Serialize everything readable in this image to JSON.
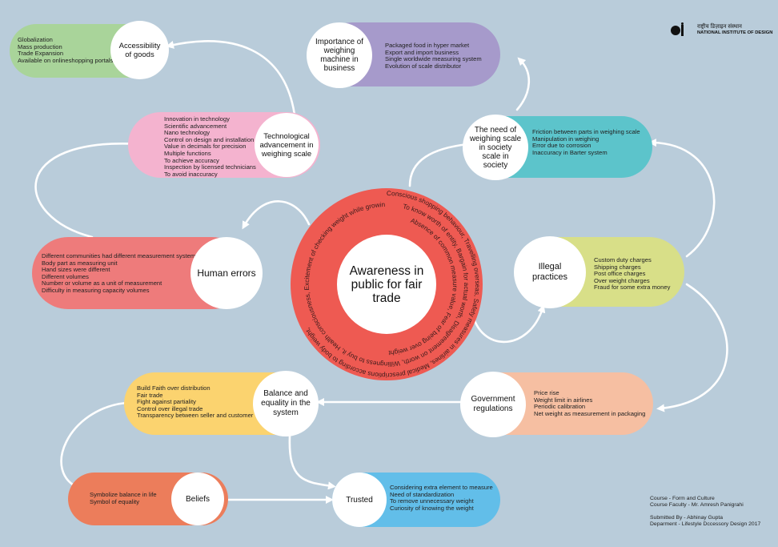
{
  "colors": {
    "background": "#b9ccda",
    "center_ring": "#ee5a52",
    "accessibility": "#a9d49a",
    "technology": "#f4b3cf",
    "human_errors": "#ee7b7b",
    "importance": "#a69acb",
    "need": "#5cc4cb",
    "illegal": "#d8df88",
    "government": "#f6bfa2",
    "balance": "#fbd36f",
    "beliefs": "#ec7d5b",
    "trusted": "#62bee9",
    "arrow": "#ffffff"
  },
  "center": {
    "title": "Awareness in public for fair trade",
    "ring_text_outer": "Conscious shopping behaviour, Travelling overseas, Safety measures in airlines, Medical prescriptions according to body weight,",
    "ring_text_inner": "To know worth of entity, Bargain for actual worth, Disagreement on worth, Willingness to buy it, Health consciousness, Excitement of checking weight while growing up,",
    "ring_text_innermost": "Absence of common measure value, Fear of being over weight"
  },
  "nodes": {
    "accessibility": {
      "title": "Accessibility of goods",
      "items": [
        "Globalization",
        "Mass production",
        "Trade Expansion",
        "Available on onlineshopping portals"
      ]
    },
    "technology": {
      "title": "Technological advancement in weighing scale",
      "items": [
        "Innovation in technology",
        "Scientific advancement",
        "Nano technology",
        "Control on design and installation",
        "Value in decimals for precision",
        "Multiple functions",
        "To achieve accuracy",
        "Inspection by licensed technicians",
        "To avoid inaccuracy"
      ]
    },
    "human_errors": {
      "title": "Human errors",
      "items": [
        "Different communities had different measurement system",
        "Body part as measuring unit",
        "Hand sizes were different",
        "Different volumes",
        "Number or volume as a unit of measurement",
        "Difficulty in measuring capacity volumes"
      ]
    },
    "importance": {
      "title": "Importance of weighing machine in business",
      "items": [
        "Packaged food in hyper market",
        "Export and import business",
        "Single worldwide measuring system",
        "Evolution of scale distributor"
      ]
    },
    "need": {
      "title": "The need of weighing scale in society scale in society",
      "items": [
        "Friction between parts in weighing scale",
        "Manipulation in weighing",
        "Error due to corrosion",
        "Inaccuracy in Barter system"
      ]
    },
    "illegal": {
      "title": "Illegal practices",
      "items": [
        "Custom duty charges",
        "Shipping charges",
        "Post office charges",
        "Over weight charges",
        "Fraud for some extra money"
      ]
    },
    "government": {
      "title": "Government regulations",
      "items": [
        "Price rise",
        "Weight limit in airlines",
        "Periodic calibration",
        "Net weight as measurement in packaging"
      ]
    },
    "balance": {
      "title": "Balance and equality in the system",
      "items": [
        "Build Faith over distribution",
        "Fair trade",
        "Fight against partiality",
        "Control over illegal trade",
        "Transparency between seller and customer"
      ]
    },
    "beliefs": {
      "title": "Beliefs",
      "items": [
        "Symbolize balance in life",
        "Symbol of equality"
      ]
    },
    "trusted": {
      "title": "Trusted",
      "items": [
        "Considering extra element to measure",
        "Need of standardization",
        "To remove unnecessary weight",
        "Curiosity of knowing the weight"
      ]
    }
  },
  "logo": {
    "hindi": "राष्ट्रीय डिज़ाइन संस्थान",
    "english": "NATIONAL INSTITUTE OF DESIGN",
    "icon": "nid-logo-icon"
  },
  "footer": {
    "course": "Course - Form and Culture",
    "faculty": "Course Faculty - Mr. Amresh Panigrahi",
    "submitted": "Submitted By - Abhinay Gupta",
    "department": "Deparment - Lifestyle Dccessory Design 2017"
  }
}
